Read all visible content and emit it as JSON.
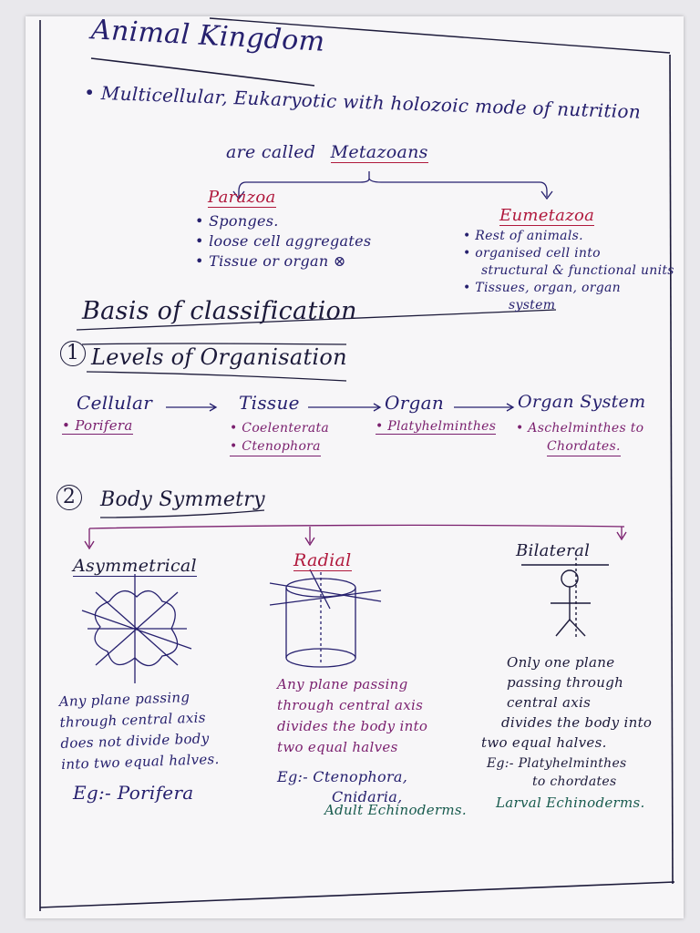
{
  "title": "Animal Kingdom",
  "intro": {
    "line1": "• Multicellular, Eukaryotic with holozoic mode of nutrition",
    "line2_prefix": "are called",
    "line2_term": "Metazoans"
  },
  "parazoa": {
    "heading": "Parazoa",
    "points": [
      "• Sponges.",
      "• loose cell aggregates",
      "• Tissue or organ ⊗"
    ]
  },
  "eumetazoa": {
    "heading": "Eumetazoa",
    "points": [
      "• Rest of animals.",
      "• organised cell into",
      "structural & functional units",
      "• Tissues, organ, organ",
      "system"
    ]
  },
  "basis_heading": "Basis of classification",
  "levels": {
    "number": "1",
    "heading": "Levels of Organisation",
    "stages": [
      "Cellular",
      "Tissue",
      "Organ",
      "Organ System"
    ],
    "examples": [
      "• Porifera",
      "• Coelenterata",
      "• Ctenophora",
      "• Platyhelminthes",
      "• Aschelminthes to",
      "Chordates."
    ]
  },
  "symmetry": {
    "number": "2",
    "heading": "Body Symmetry",
    "asym": {
      "heading": "Asymmetrical",
      "desc": [
        "Any plane passing",
        "through central axis",
        "does not divide body",
        "into two equal halves."
      ],
      "eg": "Eg:- Porifera"
    },
    "radial": {
      "heading": "Radial",
      "desc": [
        "Any plane passing",
        "through central axis",
        "divides the body into",
        "two equal halves"
      ],
      "eg": [
        "Eg:- Ctenophora,",
        "Cnidaria,"
      ],
      "eg_extra": "Adult Echinoderms."
    },
    "bilateral": {
      "heading": "Bilateral",
      "desc": [
        "Only one plane",
        "passing through",
        "central axis",
        "divides the body into",
        "two equal halves."
      ],
      "eg": [
        "Eg:- Platyhelminthes",
        "to chordates"
      ],
      "eg_extra": "Larval Echinoderms."
    }
  }
}
